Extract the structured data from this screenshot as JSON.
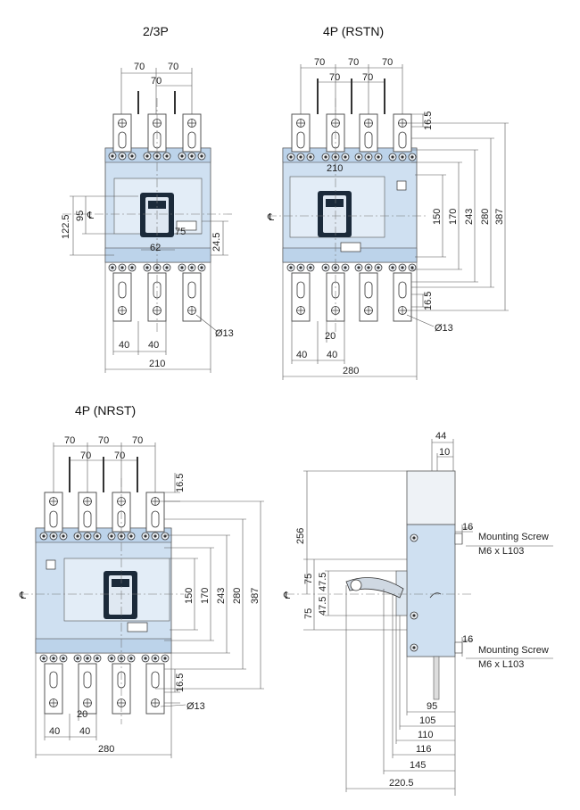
{
  "views": {
    "v23p": {
      "title": "2/3P",
      "dims": {
        "top_a": "70",
        "top_b": "70",
        "top_c": "70",
        "h95": "95",
        "h122": "122.5",
        "h75": "75",
        "h24": "24.5",
        "w62": "62",
        "hole": "Ø13",
        "b40a": "40",
        "b40b": "40",
        "b210": "210"
      }
    },
    "v4prstn": {
      "title": "4P (RSTN)",
      "dims": {
        "t70a": "70",
        "t70b": "70",
        "t70c": "70",
        "t70d": "70",
        "t70e": "70",
        "d165a": "16.5",
        "d210": "210",
        "d150": "150",
        "d170": "170",
        "d243": "243",
        "d280": "280",
        "d387": "387",
        "d165b": "16.5",
        "hole": "Ø13",
        "b20": "20",
        "b40a": "40",
        "b40b": "40",
        "b280": "280"
      }
    },
    "v4pnrst": {
      "title": "4P (NRST)",
      "dims": {
        "t70a": "70",
        "t70b": "70",
        "t70c": "70",
        "t70d": "70",
        "t70e": "70",
        "d165a": "16.5",
        "d150": "150",
        "d170": "170",
        "d243": "243",
        "d280": "280",
        "d387": "387",
        "d165b": "16.5",
        "hole": "Ø13",
        "b20": "20",
        "b40a": "40",
        "b40b": "40",
        "b280": "280"
      }
    },
    "vside": {
      "dims": {
        "d44": "44",
        "d10": "10",
        "d256": "256",
        "d16a": "16",
        "d16b": "16",
        "d75a": "75",
        "d475a": "47.5",
        "d75b": "75",
        "d475b": "47.5",
        "d95": "95",
        "d105": "105",
        "d110": "110",
        "d116": "116",
        "d145": "145",
        "d2205": "220.5"
      },
      "screw_label_1": "Mounting Screw",
      "screw_size_1": "M6 x L103",
      "screw_label_2": "Mounting Screw",
      "screw_size_2": "M6 x L103"
    }
  },
  "centerline_symbol": "℄",
  "colors": {
    "body": "#cfe0f1",
    "line": "#555555"
  }
}
